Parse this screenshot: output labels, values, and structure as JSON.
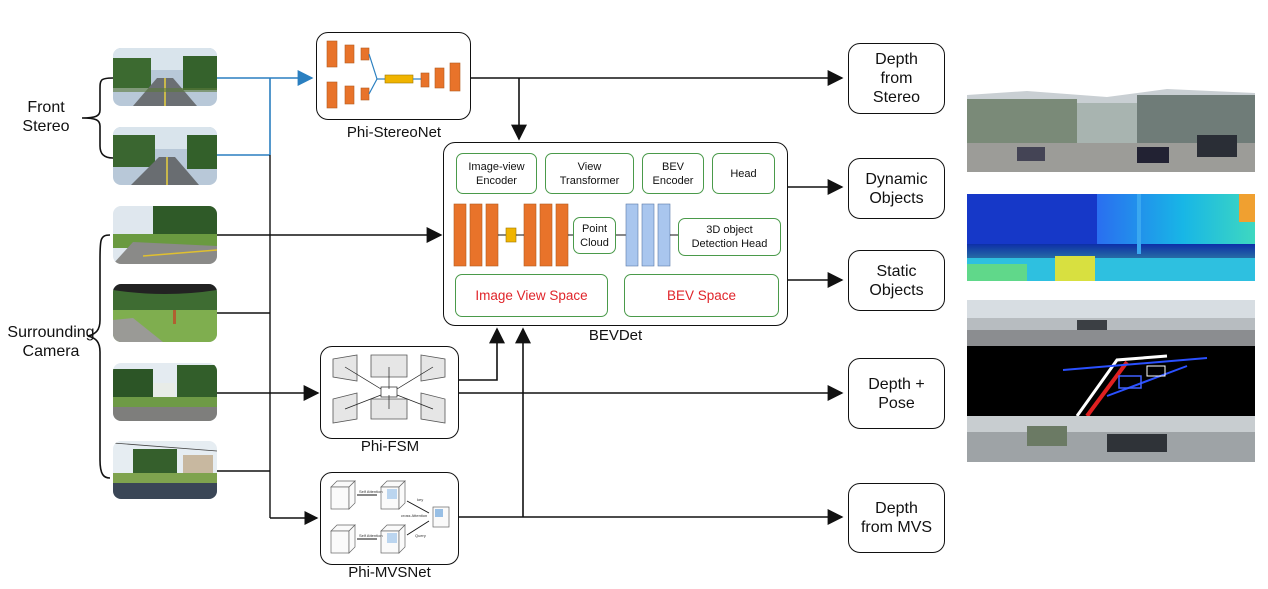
{
  "inputs": {
    "front_stereo_label": "Front\nStereo",
    "surrounding_label": "Surrounding\nCamera"
  },
  "networks": {
    "stereonet": "Phi-StereoNet",
    "fsm": "Phi-FSM",
    "mvsnet": "Phi-MVSNet"
  },
  "bevdet": {
    "caption": "BEVDet",
    "modules": [
      "Image-view\nEncoder",
      "View\nTransformer",
      "BEV\nEncoder",
      "Head"
    ],
    "point_cloud": "Point\nCloud",
    "detection_head": "3D object\nDetection Head",
    "image_view_space": "Image View Space",
    "bev_space": "BEV Space"
  },
  "outputs": {
    "depth_stereo": "Depth\nfrom\nStereo",
    "dynamic_objects": "Dynamic\nObjects",
    "static_objects": "Static\nObjects",
    "depth_pose": "Depth +\nPose",
    "depth_mvs": "Depth\nfrom MVS"
  },
  "colors": {
    "orange_block": "#e8732a",
    "yellow_block": "#f0b400",
    "blue_block": "#a9c6ee",
    "green_border": "#4a9a4a",
    "red_text": "#e0252b",
    "stereo_link": "#2a7fc0"
  },
  "mvs_sketch": {
    "self_attention": "Self Attention",
    "cross_attention": "cross Attention",
    "key": "key",
    "query": "Query"
  }
}
